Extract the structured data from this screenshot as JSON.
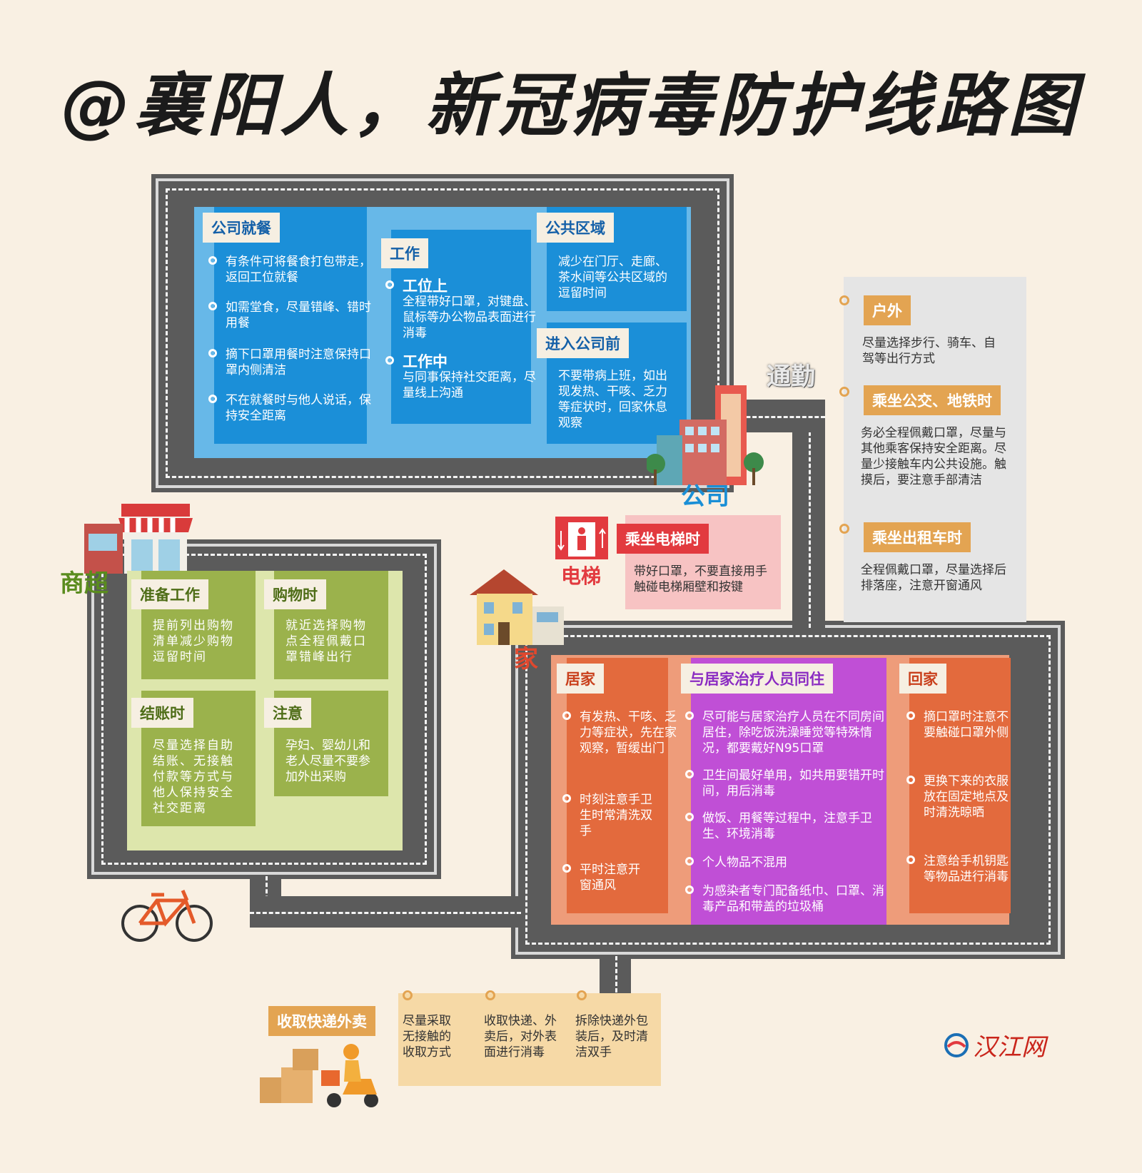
{
  "title": "@襄阳人，新冠病毒防护线路图",
  "places": {
    "company": "公司",
    "supermarket": "商超",
    "home": "家",
    "elevator": "电梯",
    "commute": "通勤"
  },
  "company": {
    "dining": {
      "label": "公司就餐",
      "items": [
        "有条件可将餐食打包带走，返回工位就餐",
        "如需堂食，尽量错峰、错时用餐",
        "摘下口罩用餐时注意保持口罩内侧清洁",
        "不在就餐时与他人说话，保持安全距离"
      ]
    },
    "work": {
      "label": "工作",
      "items": [
        {
          "head": "工位上",
          "body": "全程带好口罩，对键盘、鼠标等办公物品表面进行消毒"
        },
        {
          "head": "工作中",
          "body": "与同事保持社交距离，尽量线上沟通"
        }
      ]
    },
    "public": {
      "label": "公共区域",
      "text": "减少在门厅、走廊、茶水间等公共区域的逗留时间"
    },
    "before": {
      "label": "进入公司前",
      "text": "不要带病上班，如出现发热、干咳、乏力等症状时，回家休息观察"
    }
  },
  "commute": {
    "outdoor": {
      "label": "户外",
      "text": "尽量选择步行、骑车、自驾等出行方式"
    },
    "bus": {
      "label": "乘坐公交、地铁时",
      "text": "务必全程佩戴口罩，尽量与其他乘客保持安全距离。尽量少接触车内公共设施。触摸后，要注意手部清洁"
    },
    "taxi": {
      "label": "乘坐出租车时",
      "text": "全程佩戴口罩，尽量选择后排落座，注意开窗通风"
    }
  },
  "elevator": {
    "label": "乘坐电梯时",
    "text": "带好口罩，不要直接用手触碰电梯厢壁和按键"
  },
  "supermarket": {
    "prep": {
      "label": "准备工作",
      "text": "提前列出购物清单减少购物逗留时间"
    },
    "shopping": {
      "label": "购物时",
      "text": "就近选择购物点全程佩戴口罩错峰出行"
    },
    "checkout": {
      "label": "结账时",
      "text": "尽量选择自助结账、无接触付款等方式与他人保持安全社交距离"
    },
    "note": {
      "label": "注意",
      "text": "孕妇、婴幼儿和老人尽量不要参加外出采购"
    }
  },
  "home": {
    "athome": {
      "label": "居家",
      "items": [
        "有发热、干咳、乏力等症状，先在家观察，暂缓出门",
        "时刻注意手卫生时常清洗双手",
        "平时注意开窗通风"
      ]
    },
    "cohabit": {
      "label": "与居家治疗人员同住",
      "items": [
        "尽可能与居家治疗人员在不同房间居住，除吃饭洗澡睡觉等特殊情况，都要戴好N95口罩",
        "卫生间最好单用，如共用要错开时间，用后消毒",
        "做饭、用餐等过程中，注意手卫生、环境消毒",
        "个人物品不混用",
        "为感染者专门配备纸巾、口罩、消毒产品和带盖的垃圾桶"
      ]
    },
    "return": {
      "label": "回家",
      "items": [
        "摘口罩时注意不要触碰口罩外侧",
        "更换下来的衣服放在固定地点及时清洗晾晒",
        "注意给手机钥匙等物品进行消毒"
      ]
    }
  },
  "delivery": {
    "label": "收取快递外卖",
    "items": [
      "尽量采取无接触的收取方式",
      "收取快递、外卖后，对外表面进行消毒",
      "拆除快递外包装后，及时清洁双手"
    ]
  },
  "logo": "汉江网"
}
